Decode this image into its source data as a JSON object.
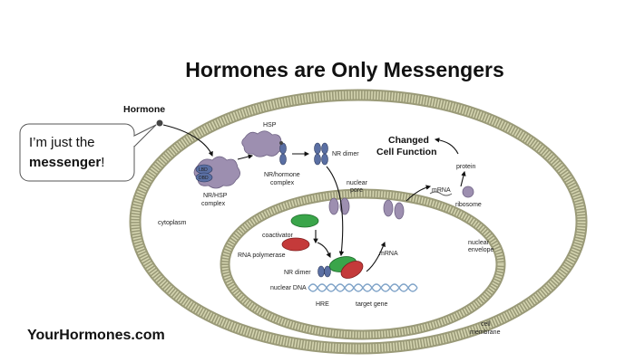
{
  "title": "Hormones are Only Messengers",
  "bubble": {
    "line1": "I’m just the",
    "line2_bold": "messenger",
    "line2_end": "!"
  },
  "website": "YourHormones.com",
  "outcome": {
    "line1": "Changed",
    "line2": "Cell Function"
  },
  "labels": {
    "hormone": "Hormone",
    "hsp": "HSP",
    "lbd": "LBD",
    "dbd": "DBD",
    "nr_hsp_1": "NR/HSP",
    "nr_hsp_2": "complex",
    "nr_hormone_1": "NR/hormone",
    "nr_hormone_2": "complex",
    "nr_dimer_top": "NR dimer",
    "nuclear_pore_1": "nuclear",
    "nuclear_pore_2": "pore",
    "cytoplasm": "cytoplasm",
    "mrna_top": "mRNA",
    "protein": "protein",
    "ribosome": "ribosome",
    "coactivator": "coactivator",
    "rna_polymerase": "RNA polymerase",
    "nr_dimer_bottom": "NR dimer",
    "nuclear_dna": "nuclear DNA",
    "hre": "HRE",
    "target_gene": "target gene",
    "mrna_bottom": "mRNA",
    "nuclear_envelope_1": "nuclear",
    "nuclear_envelope_2": "envelope",
    "cell_membrane_1": "cell",
    "cell_membrane_2": "membrane"
  },
  "colors": {
    "membrane": "#c9c9a8",
    "membrane_edge": "#9a9a78",
    "protein_purple": "#9d8fb0",
    "coactivator_green": "#3aa54a",
    "polymerase_red": "#c43a3a",
    "receptor_blue": "#5a6fa3",
    "dna": "#7fa3c8"
  }
}
